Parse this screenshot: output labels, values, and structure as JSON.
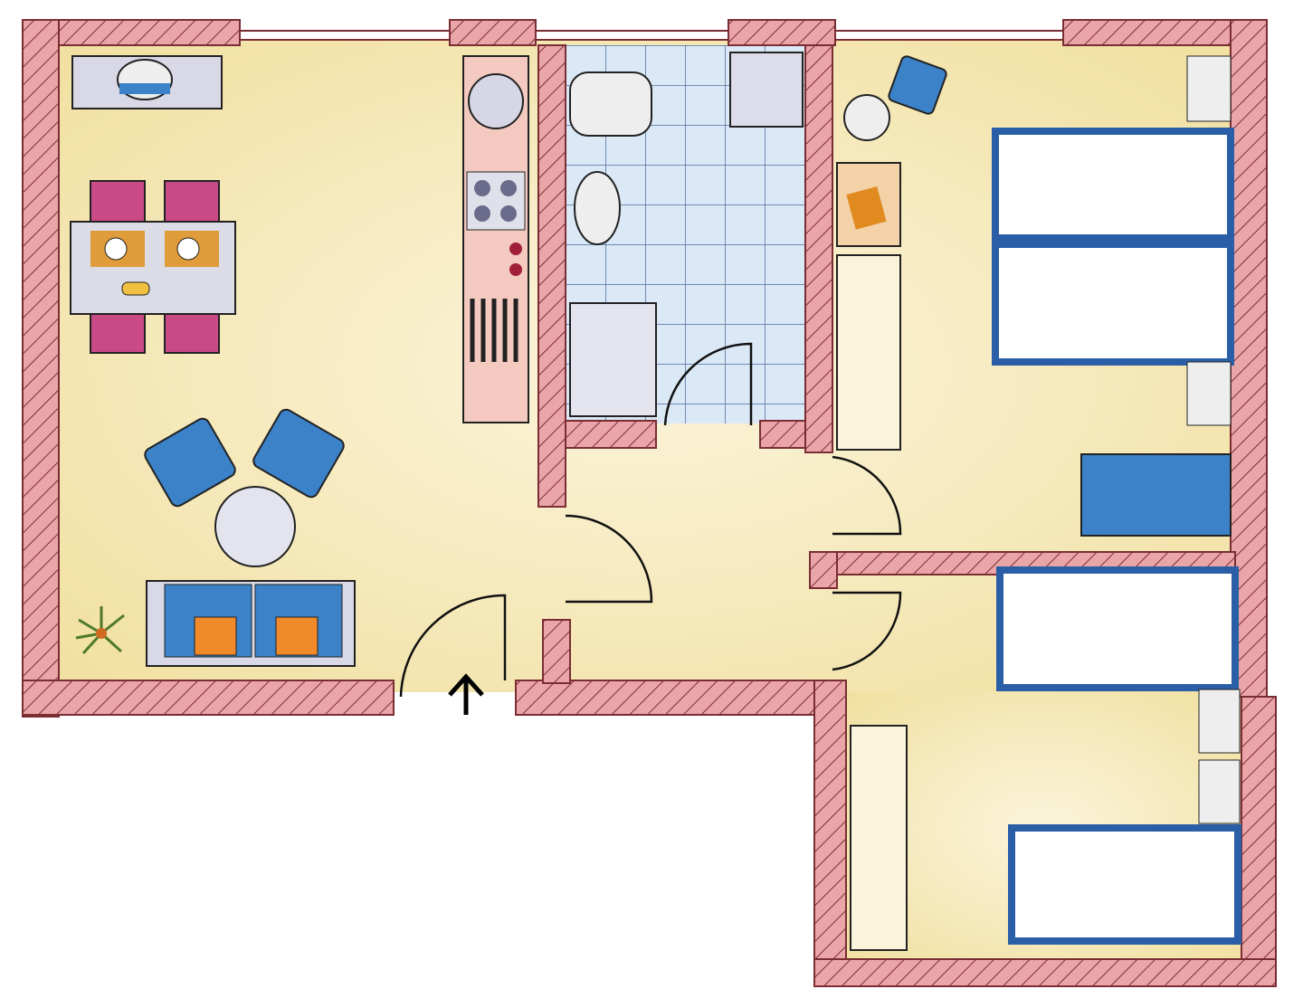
{
  "colors": {
    "wall": "#e9a3a6",
    "wall_hatch": "#7a2e34",
    "floor": "#f4e6b0",
    "floor_light": "#fbf4dc",
    "tile": "#d6e6f5",
    "tile_line": "#4b6f9c",
    "furniture_blue": "#3b82c8",
    "pillow_orange": "#f08a2a",
    "chair_pink": "#c94a86",
    "furniture_grey": "#d8d8e0"
  },
  "plan": {
    "entrance_icon": "arrow-up-icon",
    "rooms": [
      "living-dining",
      "kitchenette",
      "bathroom",
      "hallway",
      "bedroom-upper",
      "bedroom-lower"
    ]
  }
}
